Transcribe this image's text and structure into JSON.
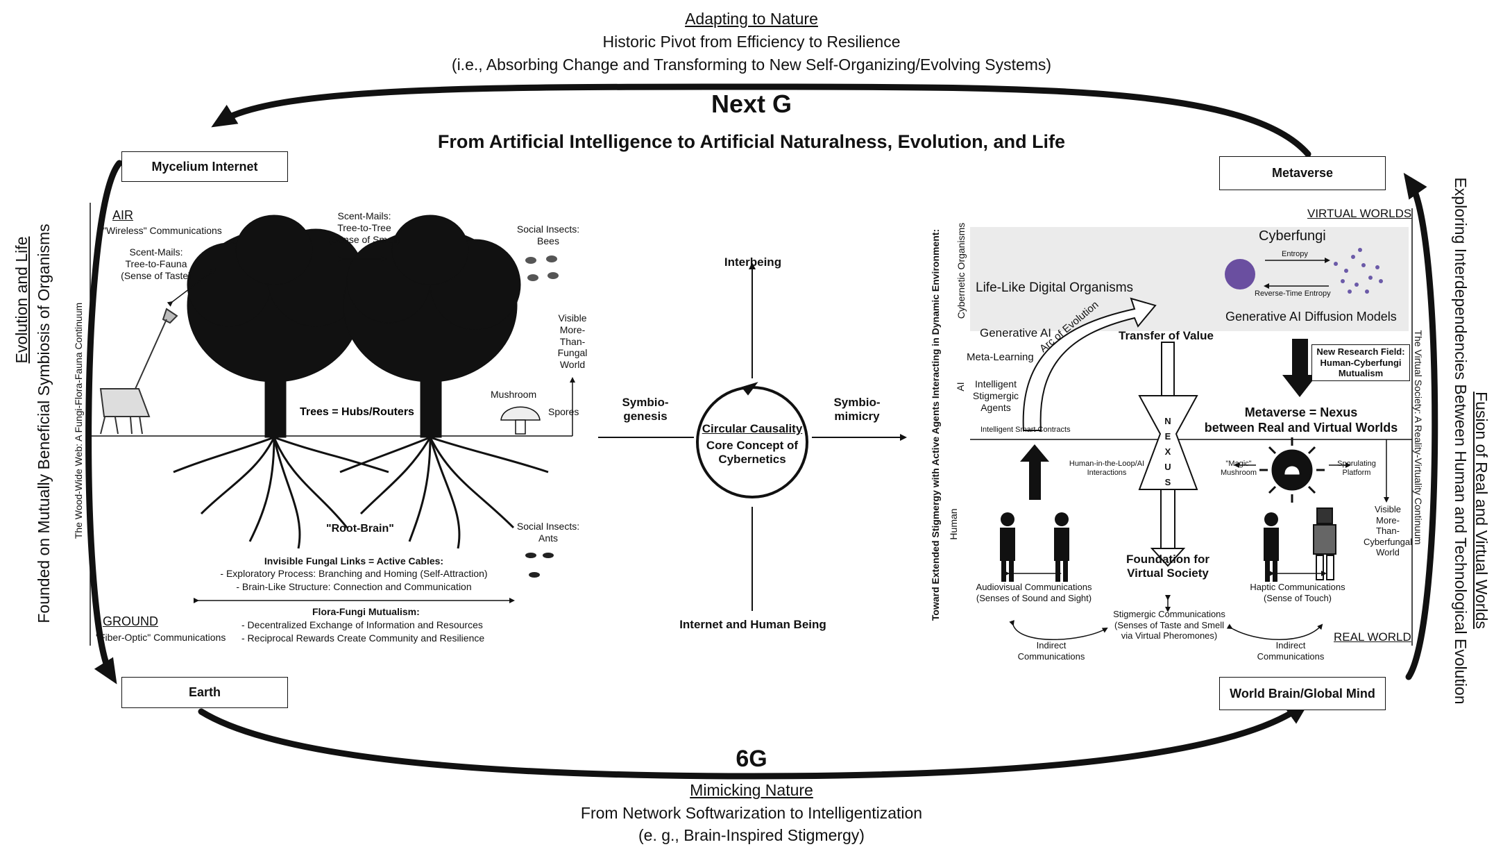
{
  "top": {
    "heading": "Adapting to Nature",
    "line1": "Historic Pivot from Efficiency to Resilience",
    "line2": "(i.e., Absorbing Change and Transforming to New Self-Organizing/Evolving Systems)",
    "title": "Next G",
    "subtitle": "From Artificial Intelligence to Artificial Naturalness, Evolution, and Life"
  },
  "bottom": {
    "title": "6G",
    "heading": "Mimicking Nature",
    "line1": "From Network Softwarization to Intelligentization",
    "line2": "(e. g., Brain-Inspired Stigmergy)"
  },
  "left_side": {
    "heading": "Evolution and Life",
    "line": "Founded on Mutually Beneficial Symbiosis of Organisms"
  },
  "right_side": {
    "heading": "Fusion of Real and Virtual Worlds",
    "line": "Exploring Interdependencies Between Human and Technological Evolution"
  },
  "boxes": {
    "mycelium": "Mycelium Internet",
    "earth": "Earth",
    "metaverse": "Metaverse",
    "world_brain": "World Brain/Global Mind"
  },
  "left_panel": {
    "air": "AIR",
    "air_sub": "\"Wireless\" Communications",
    "ground": "GROUND",
    "ground_sub": "\"Fiber-Optic\" Communications",
    "wood_wide_web": "The Wood-Wide Web: A Fungi-Flora-Fauna Continuum",
    "scent_fauna": "Scent-Mails:\nTree-to-Fauna\n(Sense of Taste)",
    "scent_tree": "Scent-Mails:\nTree-to-Tree\n(Sense of Smell)",
    "bees": "Social Insects:\nBees",
    "visible_world": "Visible\nMore-\nThan-\nFungal\nWorld",
    "mushroom": "Mushroom",
    "spores": "Spores",
    "trees_hubs": "Trees = Hubs/Routers",
    "root_brain": "\"Root-Brain\"",
    "ants": "Social Insects:\nAnts",
    "fungal_links_title": "Invisible Fungal Links = Active Cables:",
    "fungal_link_1": "- Exploratory Process: Branching and Homing (Self-Attraction)",
    "fungal_link_2": "- Brain-Like Structure: Connection and Communication",
    "mutualism_title": "Flora-Fungi Mutualism:",
    "mutualism_1": "- Decentralized Exchange of Information and Resources",
    "mutualism_2": "- Reciprocal Rewards Create Community and Resilience"
  },
  "center": {
    "interbeing": "Interbeing",
    "symbiogenesis": "Symbio-\ngenesis",
    "symbiomimicry": "Symbio-\nmimicry",
    "circle_title": "Circular Causality",
    "circle_sub": "Core Concept of\nCybernetics",
    "internet_human": "Internet and Human Being"
  },
  "right_panel": {
    "virtual_worlds": "VIRTUAL WORLDS",
    "real_world": "REAL WORLD",
    "vertical_left": "Toward Extended Stigmergy with Active Agents Interacting in Dynamic Environment:",
    "cybernetic_organisms": "Cybernetic Organisms",
    "ai_label": "AI",
    "human_label": "Human",
    "virtual_society": "The Virtual Society: A Reality-Virtuality Continuum",
    "cyberfungi": "Cyberfungi",
    "entropy": "Entropy",
    "reverse_entropy": "Reverse-Time Entropy",
    "life_like": "Life-Like Digital Organisms",
    "diffusion": "Generative AI Diffusion Models",
    "generative_ai": "Generative AI",
    "meta_learning": "Meta-Learning",
    "intelligent_agents": "Intelligent\nStigmergic\nAgents",
    "smart_contracts": "Intelligent Smart Contracts",
    "arc": "Arc of Evolution",
    "transfer": "Transfer of Value",
    "nexus_letters": [
      "N",
      "E",
      "X",
      "U",
      "S"
    ],
    "new_field": "New Research Field:\nHuman-Cyberfungi\nMutualism",
    "metaverse_nexus": "Metaverse = Nexus\nbetween Real and Virtual Worlds",
    "hitl": "Human-in-the-Loop/AI\nInteractions",
    "magic_mushroom": "\"Magic\"\nMushroom",
    "sporulating": "Sporulating\nPlatform",
    "visible_cyber": "Visible\nMore-\nThan-\nCyberfungal\nWorld",
    "foundation": "Foundation for\nVirtual Society",
    "audiovisual": "Audiovisual Communications\n(Senses of Sound and Sight)",
    "haptic": "Haptic Communications\n(Sense of Touch)",
    "stigmergic": "Stigmergic Communications\n(Senses of Taste and Smell\nvia Virtual Pheromones)",
    "indirect": "Indirect\nCommunications"
  }
}
